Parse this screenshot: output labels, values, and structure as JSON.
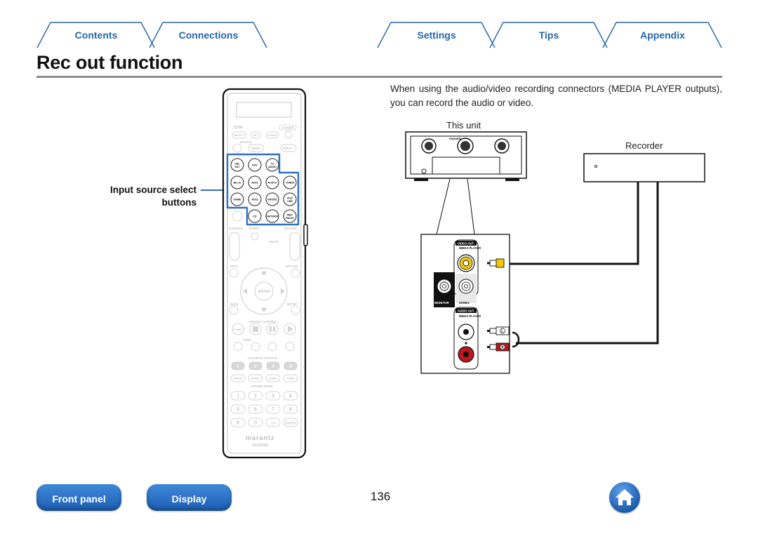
{
  "tabs": [
    {
      "label": "Contents"
    },
    {
      "label": "Connections"
    },
    {
      "label": "Settings"
    },
    {
      "label": "Tips"
    },
    {
      "label": "Appendix"
    }
  ],
  "page_title": "Rec out function",
  "intro_text": "When using the audio/video recording connectors (MEDIA PLAYER outputs), you can record the audio or video.",
  "remote": {
    "callout_line1": "Input source select",
    "callout_line2": "buttons",
    "zone_label": "ZONE",
    "power_label": "POWER",
    "select_label": "SELECT",
    "set_label": "SET",
    "learn_label": "LEARN",
    "device_label": "DEVICE",
    "menu_label": "MENU",
    "input_label": "INPUT",
    "source_buttons": [
      "CBL/SAT",
      "DVD",
      "TV AUDIO",
      "Blu-ray",
      "AUX1",
      "M-XPort",
      "TUNER",
      "GAME",
      "AUX2",
      "PHONO",
      "iPod/USB",
      "CD",
      "NETWORK",
      "INTERNET RADIO"
    ],
    "ch_page_label": "CH/PAGE",
    "sleep_label": "SLEEP",
    "volume_label": "VOLUME",
    "mute_label": "MUTE",
    "info_label": "INFO",
    "option_label": "OPTION",
    "enter_label": "ENTER",
    "back_label": "BACK",
    "setup_label": "SETUP",
    "device_control_label": "DEVICE CONTROL",
    "home_label": "HOME",
    "tune_label": "TUNE",
    "favorite_station_label": "FAVORITE STATION",
    "favorite_keys": [
      "1",
      "2",
      "3",
      "4"
    ],
    "mode_keys": [
      "MOVIE",
      "MUSIC",
      "GAME",
      "PURE"
    ],
    "sound_mode_label": "SOUND MODE",
    "number_keys": [
      "1",
      "2",
      "3",
      "4",
      "5",
      "6",
      "7",
      "8",
      "9",
      "0",
      "+10",
      "ENTER"
    ],
    "brand": "marantz",
    "model": "RC023SR"
  },
  "diagram": {
    "unit_label": "This unit",
    "recorder_label": "Recorder",
    "unit_brand": "marantz",
    "video_out_label": "VIDEO OUT",
    "media_player_label": "MEDIA PLAYER",
    "monitor_label": "MONITOR",
    "zone2_label": "ZONE2",
    "audio_out_label": "AUDIO OUT",
    "plug_l": "L",
    "plug_r": "R",
    "colors": {
      "video": "#f2c800",
      "audio_l": "#ffffff",
      "audio_r": "#c0151c",
      "panel_dark": "#111111"
    }
  },
  "footer": {
    "front_panel_label": "Front panel",
    "display_label": "Display",
    "page_number": "136",
    "home_icon": "home-icon"
  },
  "colors": {
    "accent": "#2565ad",
    "remote_highlight": "#2e6fc0"
  }
}
